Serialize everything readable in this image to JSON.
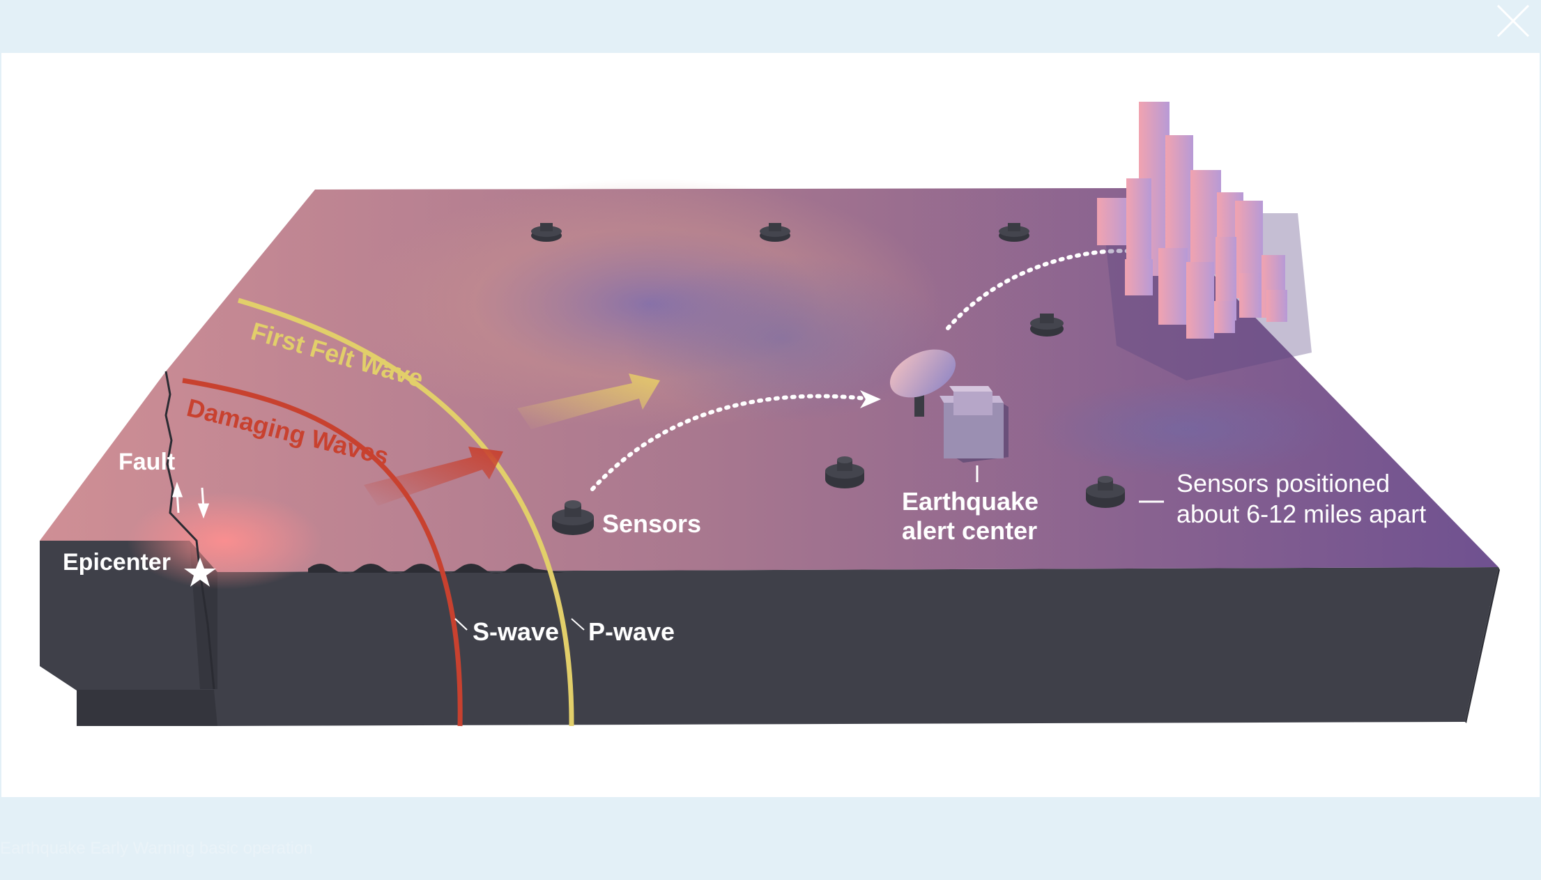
{
  "viewer": {
    "caption": "Earthquake Early Warning basic operation"
  },
  "diagram": {
    "labels": {
      "first_felt_wave": "First Felt Wave",
      "damaging_waves": "Damaging Waves",
      "fault": "Fault",
      "epicenter": "Epicenter",
      "s_wave": "S-wave",
      "p_wave": "P-wave",
      "sensors": "Sensors",
      "alert_center_line1": "Earthquake",
      "alert_center_line2": "alert center",
      "spacing_line1": "Sensors positioned",
      "spacing_line2": "about 6-12 miles apart"
    },
    "colors": {
      "first_felt_wave": "#e2cf6a",
      "damaging_waves": "#c8412f",
      "ground_side": "#3f4049",
      "surface_left": "#c98b93",
      "surface_right": "#7a5a8f"
    },
    "icons": [
      "close-icon",
      "star-icon",
      "satellite-dish-icon",
      "sensor-icon",
      "building-icon"
    ]
  }
}
